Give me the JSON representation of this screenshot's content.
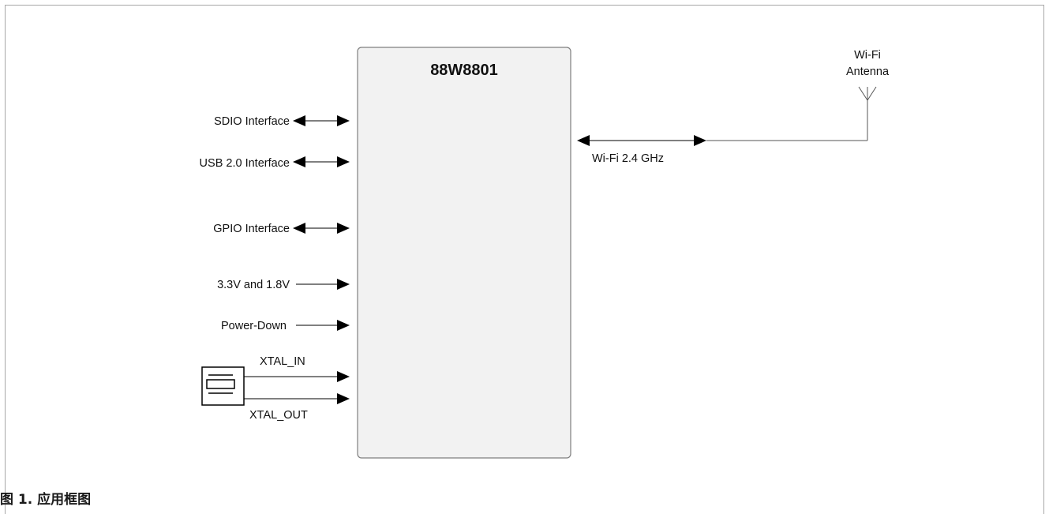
{
  "chip": {
    "name": "88W8801"
  },
  "interfaces": {
    "sdio": "SDIO Interface",
    "usb": "USB 2.0 Interface",
    "gpio": "GPIO Interface",
    "power": "3.3V and 1.8V",
    "power_down": "Power-Down",
    "xtal_in": "XTAL_IN",
    "xtal_out": "XTAL_OUT"
  },
  "rf": {
    "link_label": "Wi-Fi 2.4 GHz",
    "antenna_line1": "Wi-Fi",
    "antenna_line2": "Antenna"
  },
  "caption": {
    "text": "图 1. 应用框图"
  }
}
